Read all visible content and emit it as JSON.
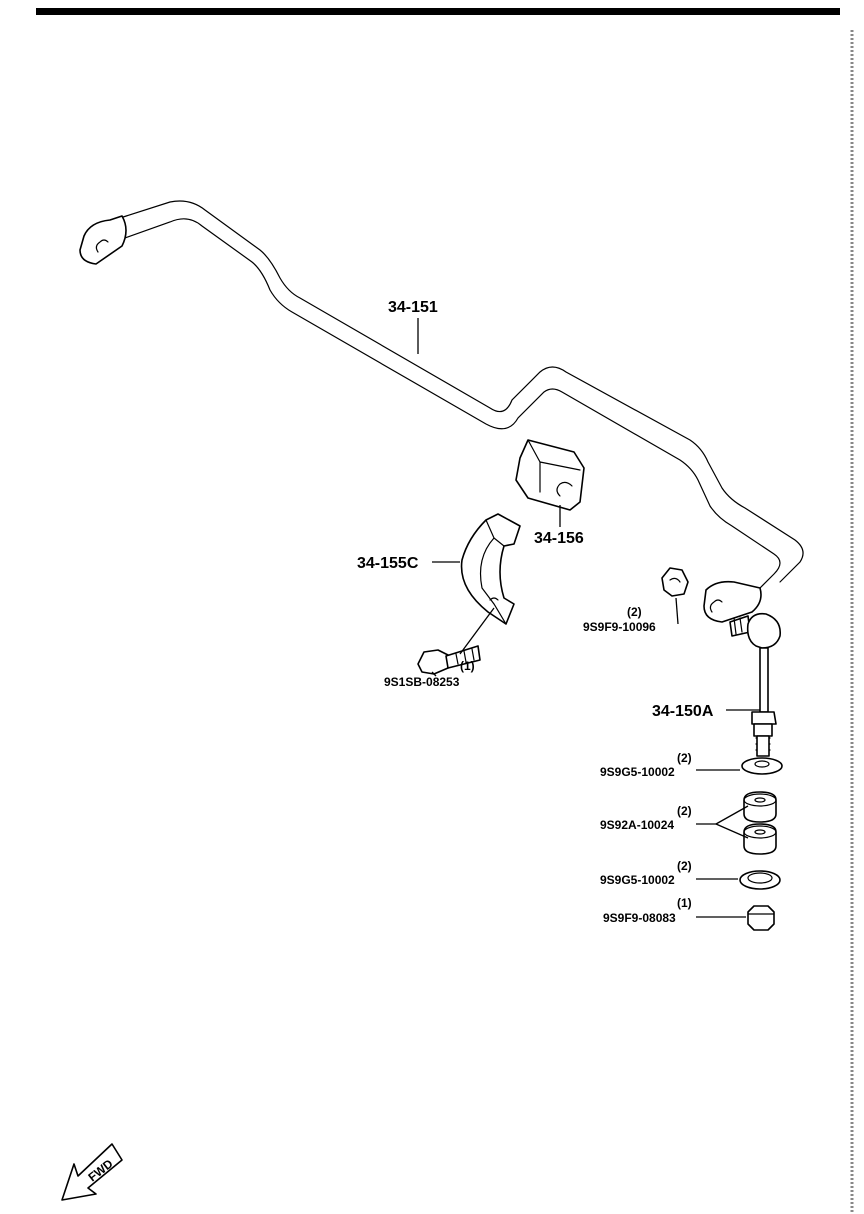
{
  "parts": {
    "stabilizer": "34-151",
    "bushing": "34-156",
    "bracket": "34-155C",
    "control_link": "34-150A"
  },
  "hardware": {
    "bolt": {
      "qty": "(1)",
      "code": "9S1SB-08253"
    },
    "upper_nut": {
      "qty": "(2)",
      "code": "9S9F9-10096"
    },
    "washer_upper": {
      "qty": "(2)",
      "code": "9S9G5-10002"
    },
    "rubber": {
      "qty": "(2)",
      "code": "9S92A-10024"
    },
    "washer_lower": {
      "qty": "(2)",
      "code": "9S9G5-10002"
    },
    "lower_nut": {
      "qty": "(1)",
      "code": "9S9F9-08083"
    }
  },
  "direction_marker": "FWD"
}
